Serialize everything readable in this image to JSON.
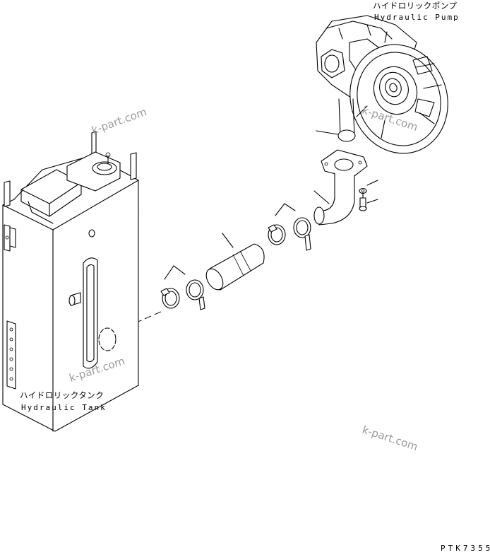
{
  "labels": {
    "pump_jp": "ハイドロリックポンプ",
    "pump_en": "Hydraulic Pump",
    "tank_jp": "ハイドロリックタンク",
    "tank_en": "Hydraulic Tank"
  },
  "drawing_code": "PTK7355",
  "watermarks": [
    "k-part.com",
    "k-part.com",
    "k-part.com",
    "k-part.com"
  ]
}
